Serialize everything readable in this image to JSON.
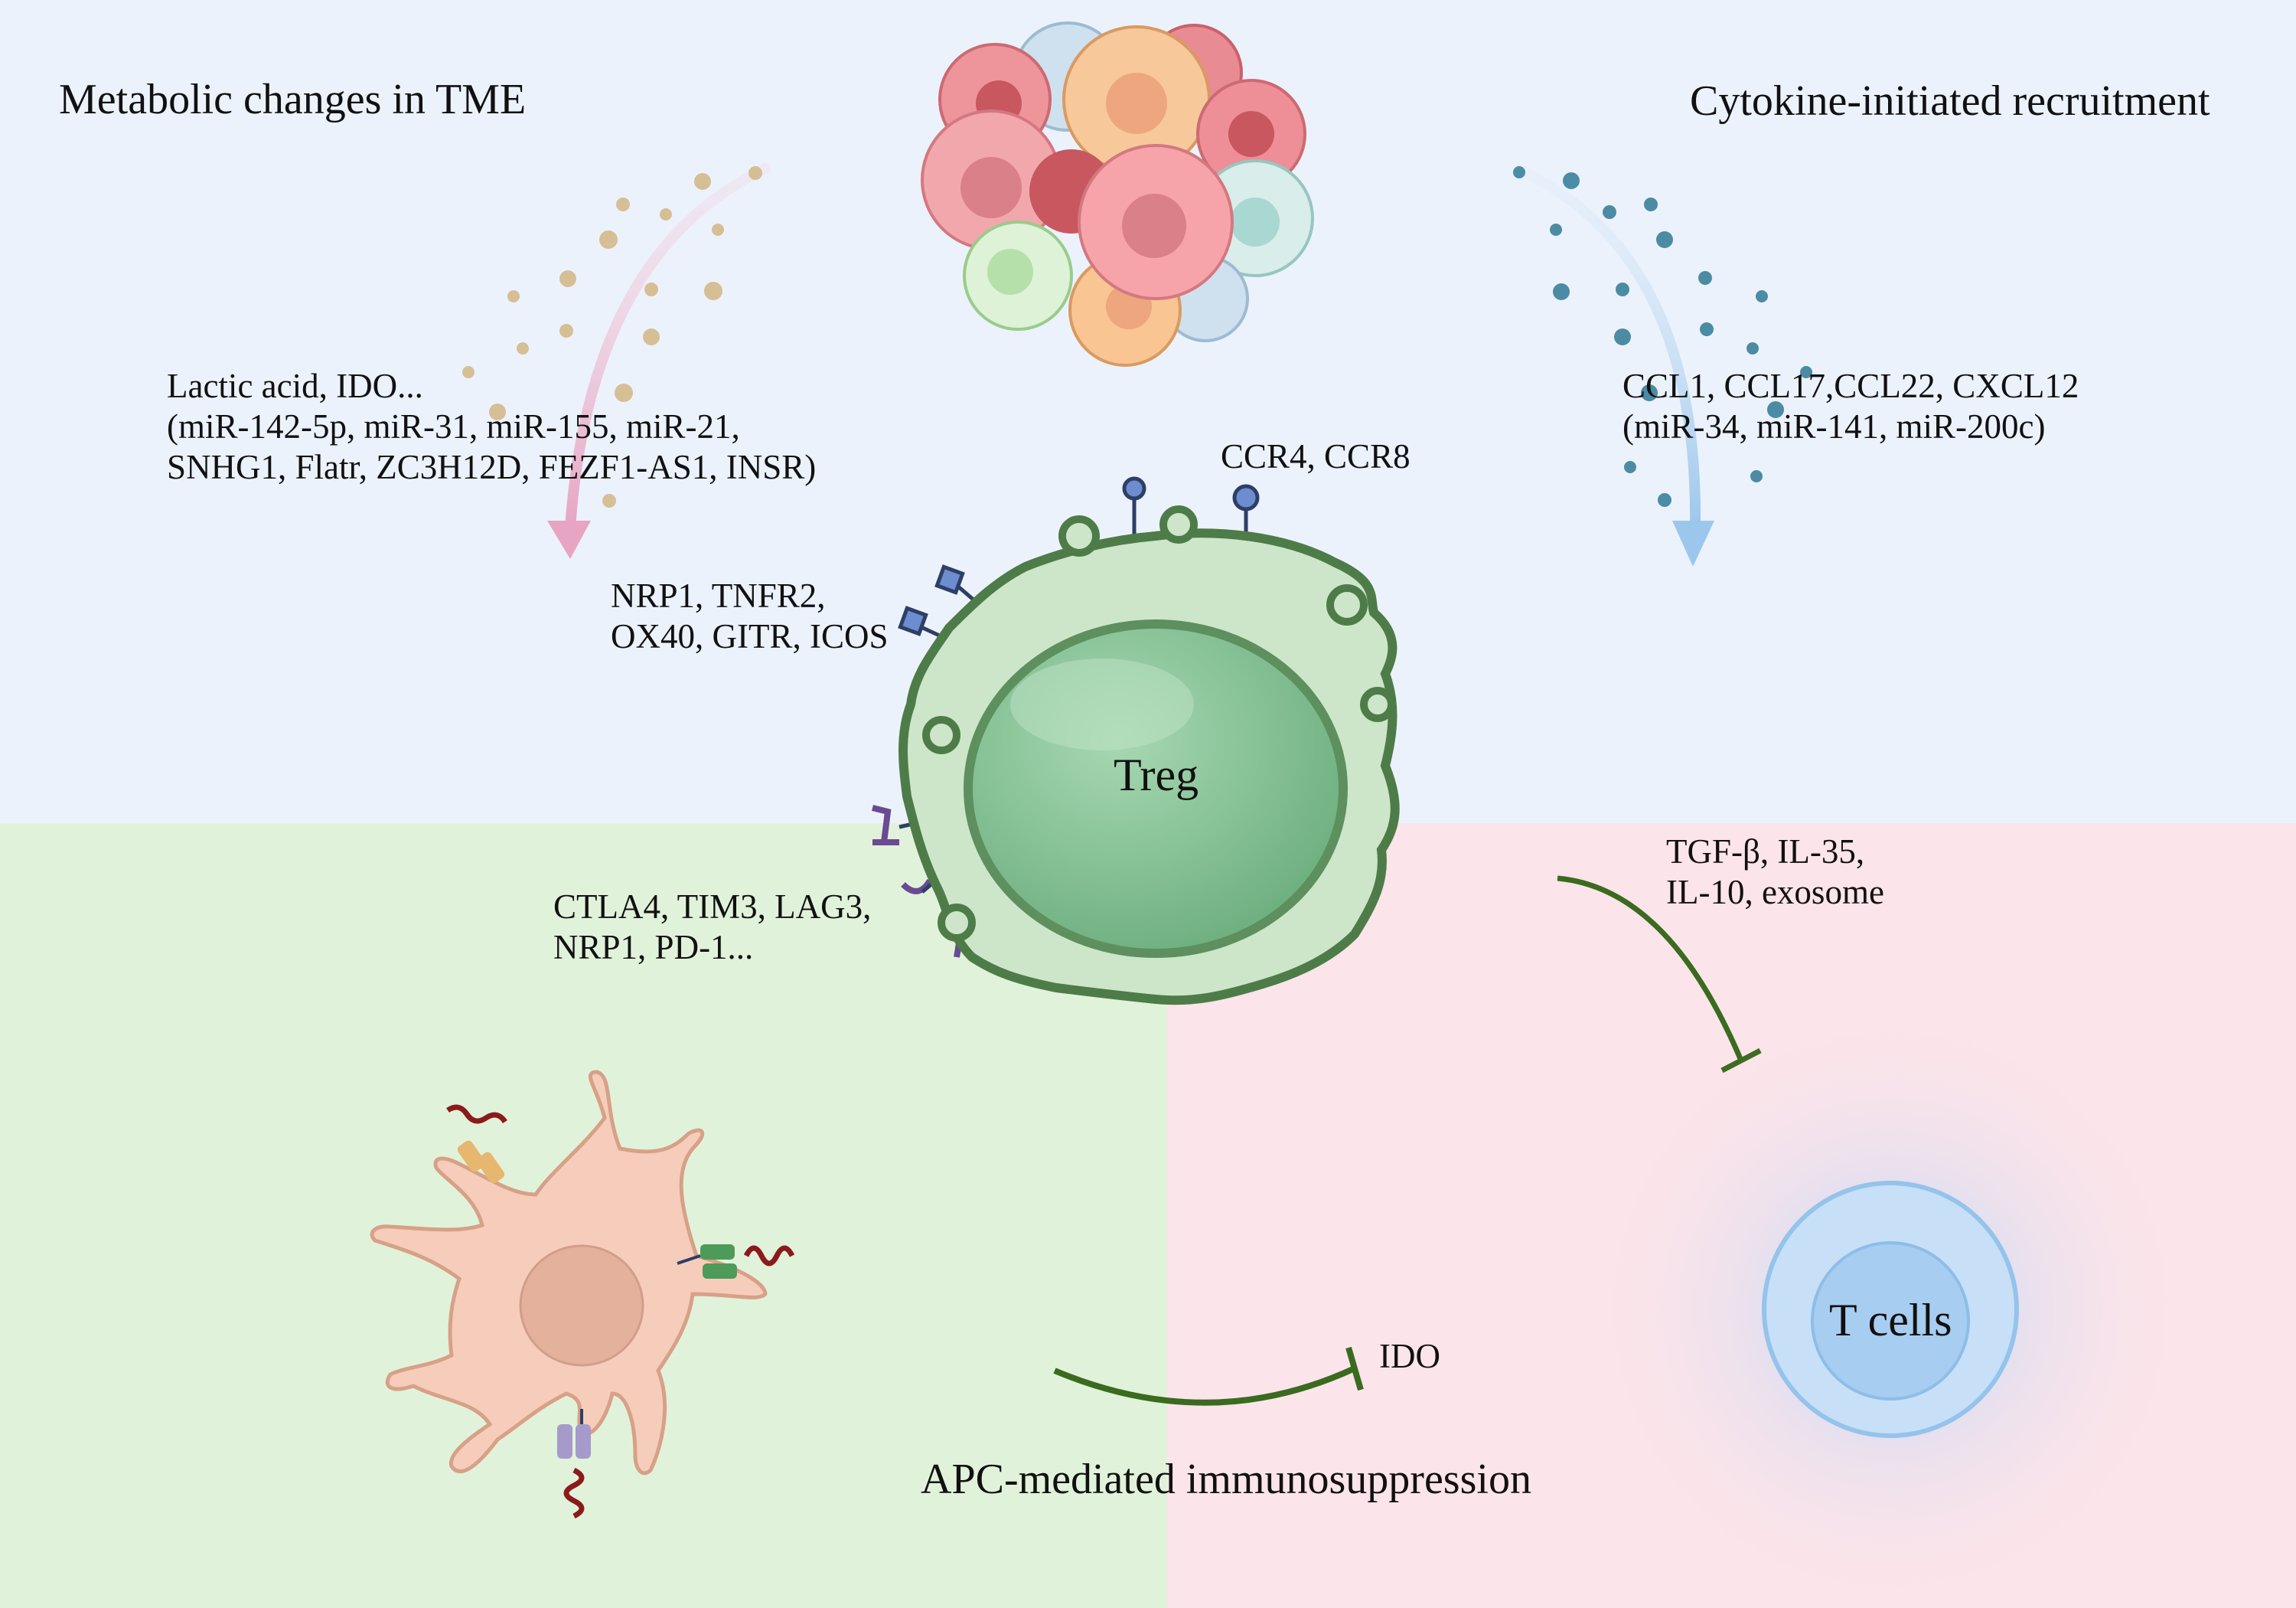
{
  "sections": {
    "metabolic": "Metabolic changes in TME",
    "cytokine": "Cytokine-initiated recruitment",
    "apc": "APC-mediated immunosuppression"
  },
  "labels": {
    "metabolic_line1": "Lactic acid, IDO...",
    "metabolic_line2": "(miR-142-5p, miR-31, miR-155, miR-21,",
    "metabolic_line3": "SNHG1, Flatr, ZC3H12D, FEZF1-AS1, INSR)",
    "chemokine_line1": "CCL1, CCL17,CCL22, CXCL12",
    "chemokine_line2": "(miR-34, miR-141, miR-200c)",
    "ccr": "CCR4, CCR8",
    "costim_line1": "NRP1, TNFR2,",
    "costim_line2": "OX40, GITR, ICOS",
    "checkpoint_line1": "CTLA4, TIM3, LAG3,",
    "checkpoint_line2": "NRP1, PD-1...",
    "suppress_line1": "TGF-β, IL-35,",
    "suppress_line2": "IL-10, exosome",
    "ido": "IDO"
  },
  "cells": {
    "treg": "Treg",
    "tcells": "T cells"
  },
  "colors": {
    "top_region": "#ECF2FB",
    "bottom_left_region": "#E1F2DA",
    "bottom_right_region": "#FBE4EA",
    "treg_green": "#7DBE8E",
    "inhibition_line": "#3A6B1F",
    "metabolic_arrow": "#E8A9C4",
    "cytokine_arrow": "#A9CDEE",
    "tcell_blue": "#A9CFF1"
  }
}
